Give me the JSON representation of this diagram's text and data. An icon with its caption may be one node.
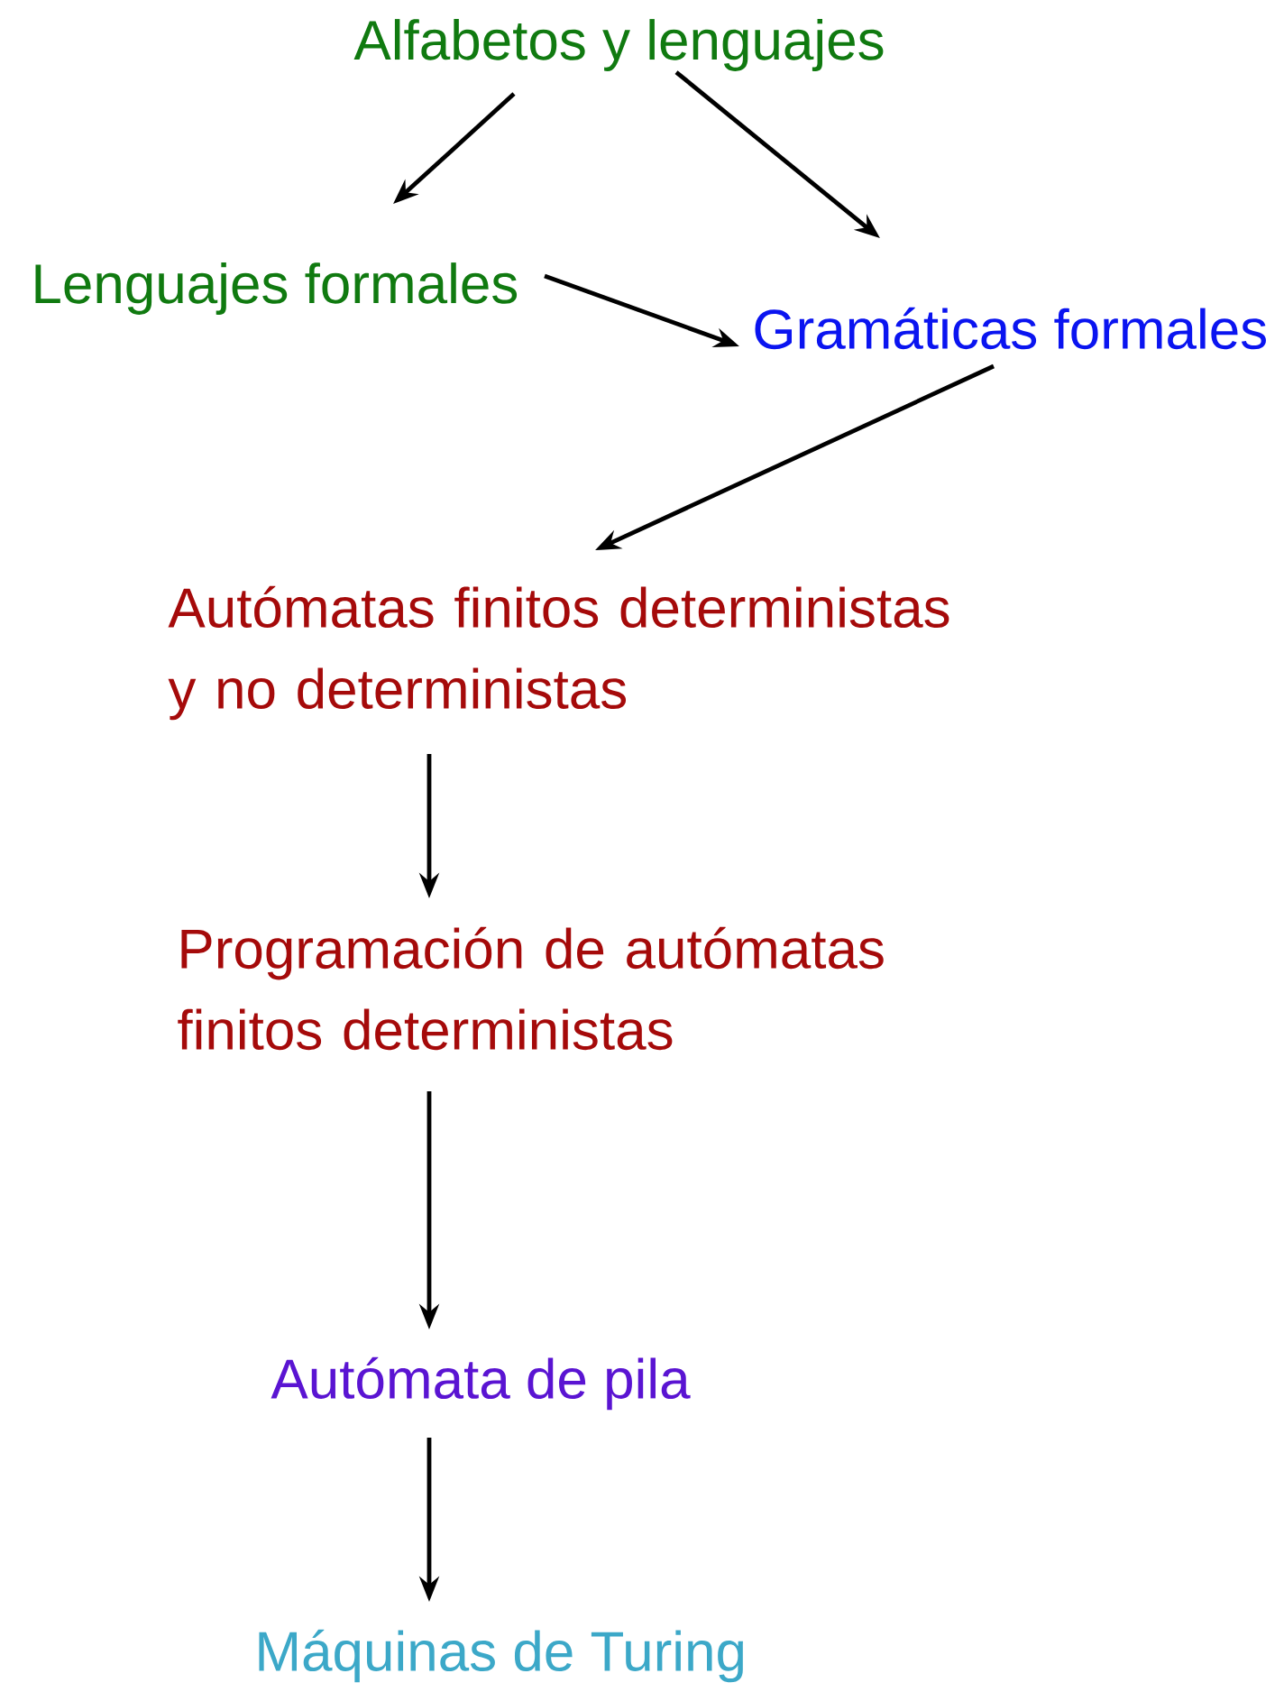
{
  "diagram": {
    "nodes": [
      {
        "text": [
          "Alfabetos y lenguajes"
        ]
      },
      {
        "text": [
          "Lenguajes formales"
        ]
      },
      {
        "text": [
          "Gramáticas formales"
        ]
      },
      {
        "text": [
          "Autómatas finitos deterministas y no deterministas"
        ]
      },
      {
        "text": [
          "Programación de autómatas finitos deterministas"
        ]
      },
      {
        "text": [
          "Autómata de pila"
        ]
      },
      {
        "text": [
          "Máquinas de Turing"
        ]
      }
    ],
    "edges": [
      {
        "from": 0,
        "to": 1,
        "arrow": "to"
      },
      {
        "from": 0,
        "to": 2,
        "arrow": "to"
      },
      {
        "from": 1,
        "to": 2,
        "arrow": "to"
      },
      {
        "from": 2,
        "to": 3,
        "arrow": "to"
      },
      {
        "from": 3,
        "to": 4,
        "arrow": "to"
      },
      {
        "from": 4,
        "to": 5,
        "arrow": "to"
      },
      {
        "from": 5,
        "to": 6,
        "arrow": "to"
      }
    ]
  }
}
